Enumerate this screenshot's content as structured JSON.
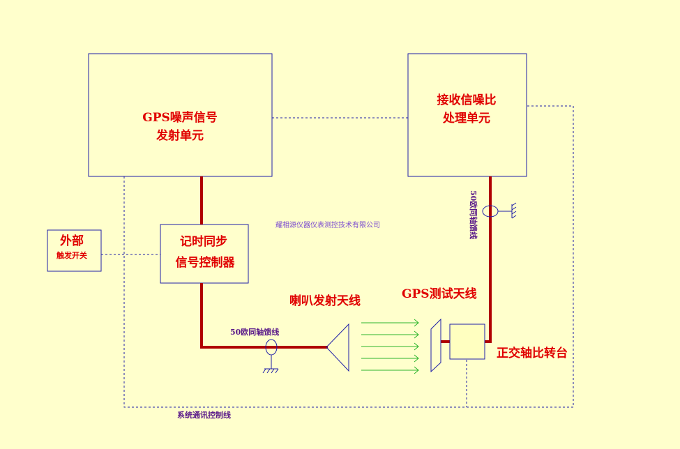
{
  "units": {
    "gps_noise_unit": {
      "line1": "GPS噪声信号",
      "line2": "发射单元"
    },
    "receiver_snr_unit": {
      "line1": "接收信噪比",
      "line2": "处理单元"
    },
    "timing_sync_controller": {
      "line1": "记时同步",
      "line2": "信号控制器"
    },
    "external_trigger": {
      "line1": "外部",
      "line2": "触发开关"
    },
    "turntable": {
      "label": "正交轴比转台"
    }
  },
  "labels": {
    "horn_antenna": "喇叭发射天线",
    "gps_test_antenna": "GPS测试天线",
    "coax_left": "50欧同轴馈线",
    "coax_right": "50欧同轴馈线",
    "control_line": "系统通讯控制线",
    "watermark": "耀相源仪器仪表测控技术有限公司"
  },
  "colors": {
    "background": "#ffffcc",
    "box_stroke": "#1f1fa8",
    "title_text": "#e00000",
    "cable": "#b00000",
    "dashed": "#1f1fa8",
    "label_purple": "#5a1a8a",
    "watermark": "#7a4ad0",
    "wave": "#2db52d",
    "turntable_fill": "#ffffc0"
  }
}
